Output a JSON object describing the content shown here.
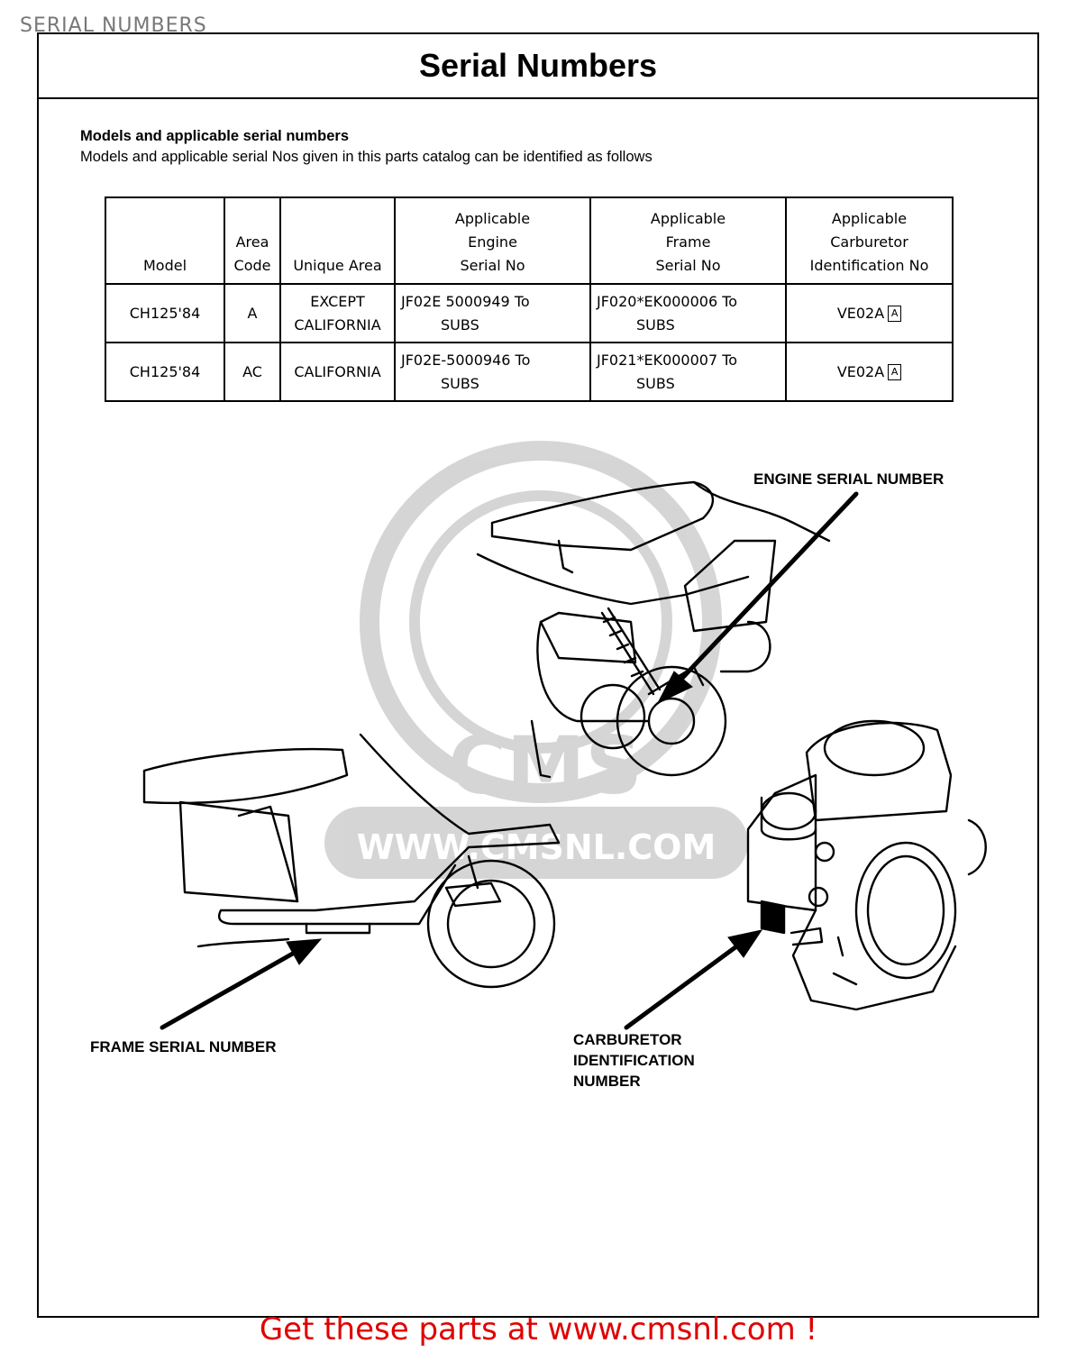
{
  "header": {
    "section_label": "SERIAL NUMBERS",
    "title": "Serial Numbers"
  },
  "intro": {
    "heading": "Models and applicable serial numbers",
    "text": "Models and applicable serial Nos  given in this parts catalog can be identified as follows"
  },
  "table": {
    "headers": {
      "model": "Model",
      "area_code": [
        "Area",
        "Code"
      ],
      "unique_area": "Unique  Area",
      "engine": [
        "Applicable",
        "Engine",
        "Serial  No"
      ],
      "frame": [
        "Applicable",
        "Frame",
        "Serial  No"
      ],
      "carburetor": [
        "Applicable",
        "Carburetor",
        "Identification  No"
      ]
    },
    "rows": [
      {
        "model": "CH125'84",
        "area_code": "A",
        "unique_area": [
          "EXCEPT",
          "CALIFORNIA"
        ],
        "engine": [
          "JF02E 5000949  To",
          "SUBS"
        ],
        "frame": [
          "JF020*EK000006  To",
          "SUBS"
        ],
        "carburetor": "VE02A",
        "carburetor_mark": "A"
      },
      {
        "model": "CH125'84",
        "area_code": "AC",
        "unique_area": [
          "CALIFORNIA"
        ],
        "engine": [
          "JF02E-5000946  To",
          "SUBS"
        ],
        "frame": [
          "JF021*EK000007  To",
          "SUBS"
        ],
        "carburetor": "VE02A",
        "carburetor_mark": "A"
      }
    ]
  },
  "callouts": {
    "engine": "ENGINE SERIAL NUMBER",
    "frame": "FRAME SERIAL NUMBER",
    "carburetor": [
      "CARBURETOR",
      "IDENTIFICATION",
      "NUMBER"
    ]
  },
  "watermark": {
    "brand": "CMS",
    "url": "WWW.CMSNL.COM"
  },
  "footer": {
    "text": "Get these parts at www.cmsnl.com !",
    "color": "#e00000"
  }
}
